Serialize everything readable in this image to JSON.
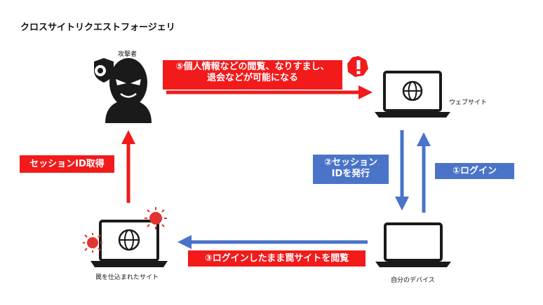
{
  "diagram": {
    "title": "クロスサイトリクエストフォージェリ",
    "nodes": {
      "attacker": "攻撃者",
      "website": "ウェブサイト",
      "device": "自分のデバイス",
      "trap_site": "罠を仕込まれたサイト"
    },
    "steps": {
      "step1": "①ログイン",
      "step2_line1": "②セッション",
      "step2_line2": "IDを発行",
      "step3": "③ログインしたまま罠サイトを閲覧",
      "step5_line1": "⑤個人情報などの閲覧、なりすまし、",
      "step5_line2": "退会などが可能になる",
      "steal": "セッションID取得"
    },
    "colors": {
      "red": "#f21a1a",
      "blue": "#4a74c8",
      "black": "#1a1a1a"
    },
    "icons": [
      "hacker-icon",
      "shield-bug-icon",
      "warning-icon",
      "laptop-icon",
      "globe-icon",
      "virus-icon"
    ]
  }
}
